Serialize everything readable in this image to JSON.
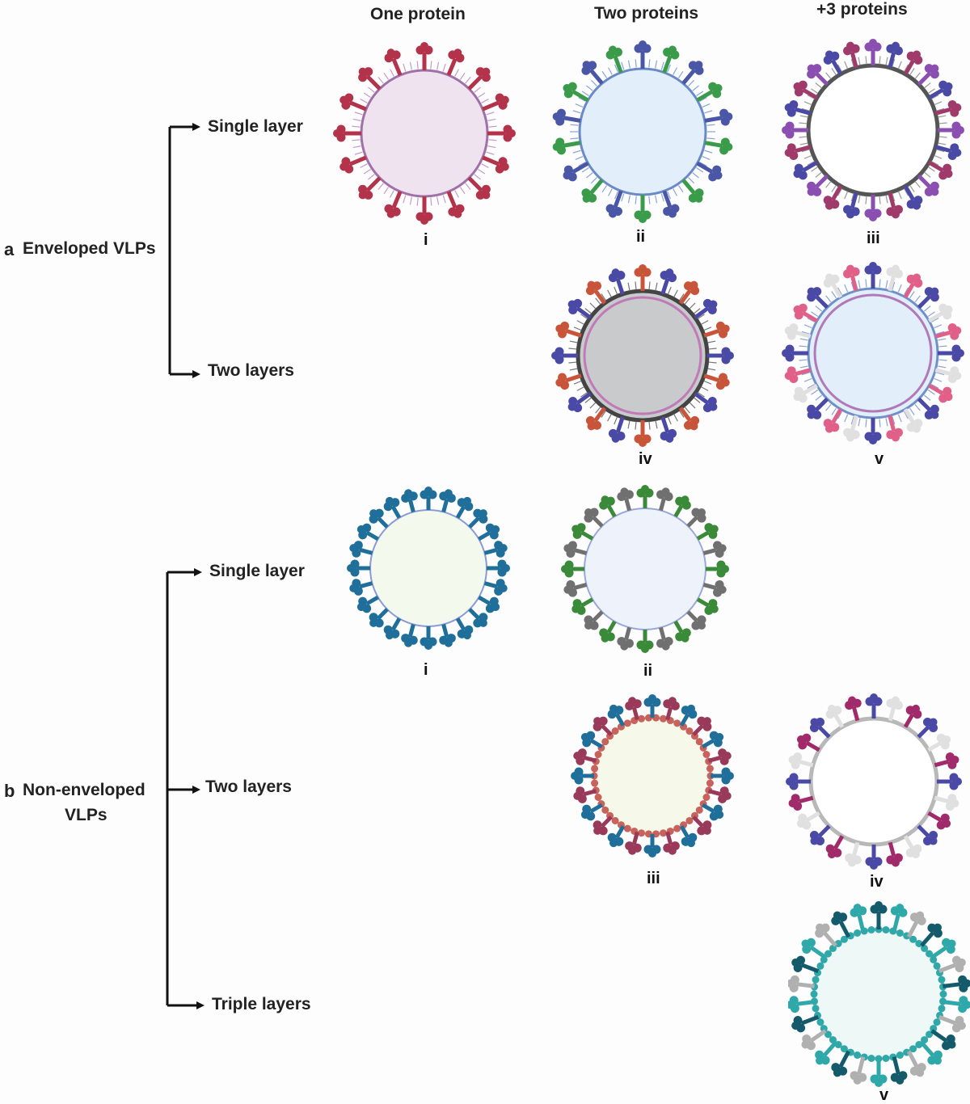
{
  "columns": {
    "one": "One protein",
    "two": "Two proteins",
    "three": "+3 proteins"
  },
  "section_a": {
    "letter": "a",
    "title": "Enveloped VLPs",
    "rows": {
      "single": "Single layer",
      "two": "Two layers"
    },
    "items": [
      {
        "numeral": "i",
        "shading": "#efe3ef",
        "proteins": [
          "#b3344a"
        ]
      },
      {
        "numeral": "ii",
        "shading": "#e2effb",
        "proteins": [
          "#4a56a6",
          "#3a9b4a"
        ]
      },
      {
        "numeral": "iii",
        "shading": "#ffffff",
        "proteins": [
          "#8a4fb0",
          "#4a4aa6",
          "#a03a6a"
        ]
      },
      {
        "numeral": "iv",
        "shading": "#c8cacc",
        "proteins": [
          "#c8553a",
          "#4a4aa6"
        ]
      },
      {
        "numeral": "v",
        "shading": "#e2effb",
        "proteins": [
          "#4a4aa6",
          "#e0e0e0",
          "#e0608a"
        ]
      }
    ]
  },
  "section_b": {
    "letter": "b",
    "title_line1": "Non-enveloped",
    "title_line2": "VLPs",
    "rows": {
      "single": "Single layer",
      "two": "Two layers",
      "triple": "Triple layers"
    },
    "items": [
      {
        "numeral": "i",
        "shading": "#f4f9ee",
        "proteins": [
          "#1f6f9a"
        ]
      },
      {
        "numeral": "ii",
        "shading": "#eef3fb",
        "proteins": [
          "#3a8a3a",
          "#707070"
        ]
      },
      {
        "numeral": "iii",
        "shading": "#f6f9ea",
        "proteins": [
          "#1f6f9a",
          "#9a3a5a"
        ]
      },
      {
        "numeral": "iv",
        "shading": "#ffffff",
        "proteins": [
          "#4a4aa6",
          "#e0e0e0",
          "#a02a6a"
        ]
      },
      {
        "numeral": "v",
        "shading": "#eef8f6",
        "proteins": [
          "#145a6a",
          "#2fa8aa",
          "#b0b0b0"
        ]
      }
    ]
  }
}
